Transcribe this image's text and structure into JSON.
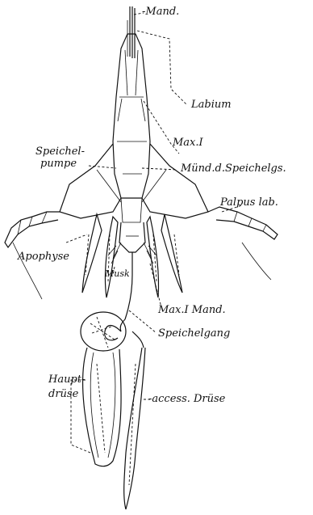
{
  "labels": {
    "mand": "-Mand.",
    "labium": "Labium",
    "max1": "Max.I",
    "speichelpumpe_1": "Speichel-",
    "speichelpumpe_2": "pumpe",
    "muend": "Münd.d.Speichelgs.",
    "palpus": "Palpus lab.",
    "apophyse": "Apophyse",
    "musk": "Musk",
    "max1mand": "Max.I Mand.",
    "speichelgang": "Speichelgang",
    "haupt_1": "Haupt-",
    "haupt_2": "drüse",
    "access": "-access. Drüse"
  }
}
